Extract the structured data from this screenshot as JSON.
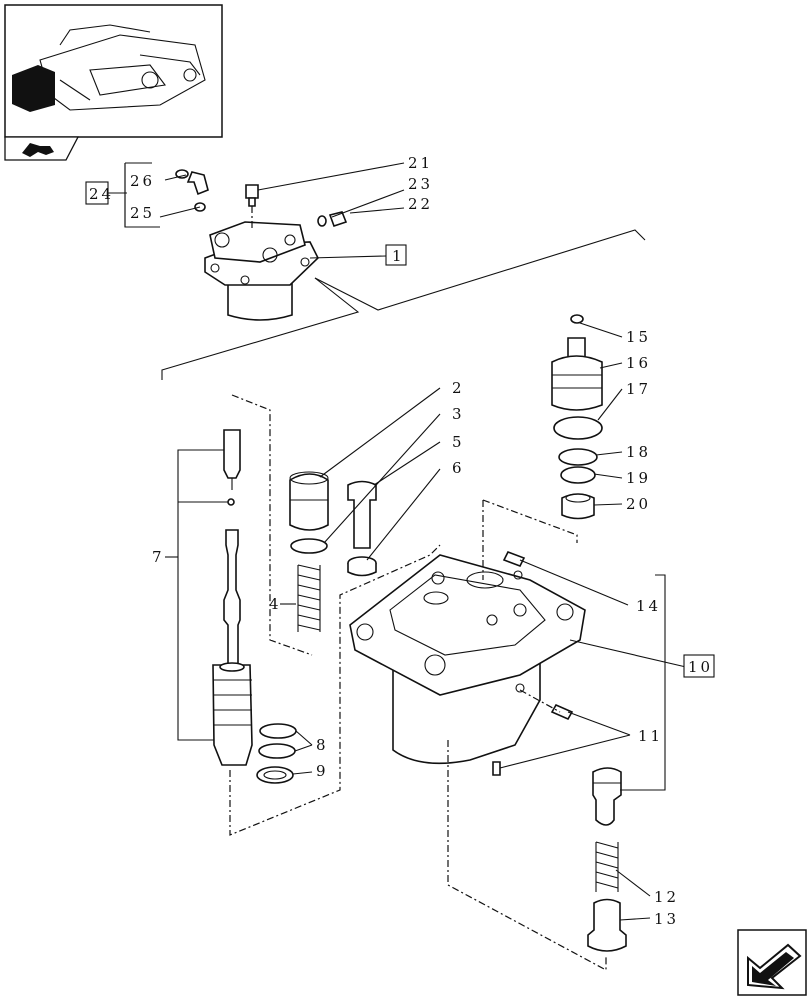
{
  "labels": {
    "l1": "1",
    "l2": "2",
    "l3": "3",
    "l4": "4",
    "l5": "5",
    "l6": "6",
    "l7": "7",
    "l8": "8",
    "l9": "9",
    "l10": "10",
    "l11": "11",
    "l12": "12",
    "l13": "13",
    "l14": "14",
    "l15": "15",
    "l16": "16",
    "l17": "17",
    "l18": "18",
    "l19": "19",
    "l20": "20",
    "l21": "21",
    "l22": "22",
    "l23": "23",
    "l24": "24",
    "l25": "25",
    "l26": "26"
  },
  "icons": {
    "thumbnail": "assembly-thumbnail-icon",
    "section": "section-arrow-icon",
    "nav": "navigate-arrow-icon"
  }
}
